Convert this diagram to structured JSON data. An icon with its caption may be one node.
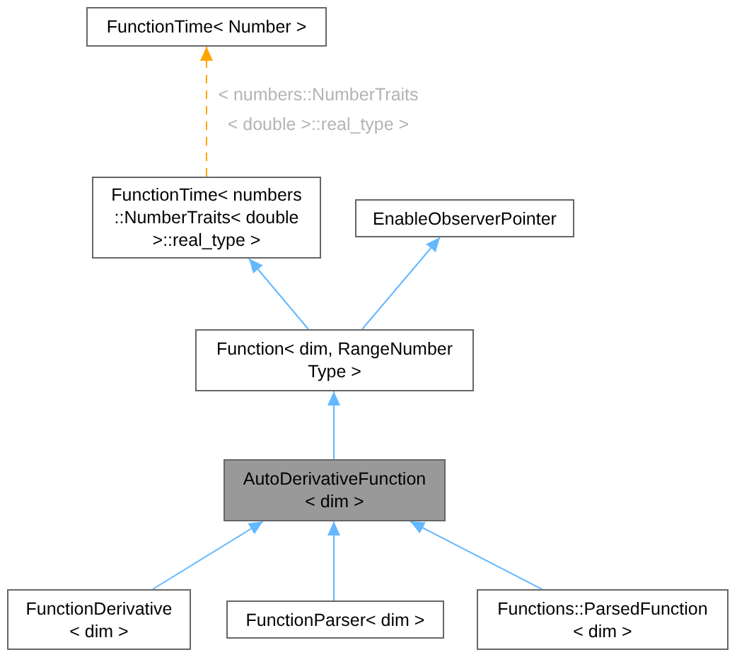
{
  "diagram": {
    "nodes": [
      {
        "text": [
          "FunctionTime< Number >"
        ]
      },
      {
        "text": [
          "FunctionTime< numbers ::NumberTraits< double >::real_type >"
        ]
      },
      {
        "text": [
          "EnableObserverPointer"
        ]
      },
      {
        "text": [
          "Function< dim, RangeNumber Type >"
        ]
      },
      {
        "text": [
          "AutoDerivativeFunction < dim >"
        ]
      },
      {
        "text": [
          "FunctionDerivative < dim >"
        ]
      },
      {
        "text": [
          "FunctionParser< dim >"
        ]
      },
      {
        "text": [
          "Functions::ParsedFunction < dim >"
        ]
      }
    ],
    "edges": [
      {
        "from": 1,
        "to": 0,
        "arrow": "to",
        "label": "< numbers::NumberTraits < double >::real_type >",
        "style": "dashed",
        "color": "#ffa500"
      },
      {
        "from": 3,
        "to": 1,
        "arrow": "to"
      },
      {
        "from": 3,
        "to": 2,
        "arrow": "to"
      },
      {
        "from": 4,
        "to": 3,
        "arrow": "to"
      },
      {
        "from": 5,
        "to": 4,
        "arrow": "to"
      },
      {
        "from": 6,
        "to": 4,
        "arrow": "to"
      },
      {
        "from": 7,
        "to": 4,
        "arrow": "to"
      }
    ]
  }
}
